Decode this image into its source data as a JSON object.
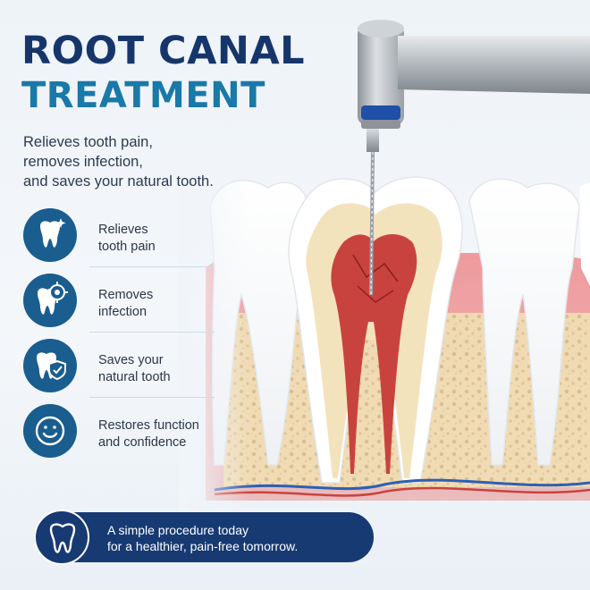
{
  "header": {
    "title_line1": "ROOT CANAL",
    "title_line2": "TREATMENT",
    "subtitle_lines": [
      "Relieves tooth pain,",
      "removes infection,",
      "and saves your natural tooth."
    ]
  },
  "benefits": [
    {
      "icon": "tooth-sparkle-icon",
      "lines": [
        "Relieves",
        "tooth pain"
      ]
    },
    {
      "icon": "tooth-target-icon",
      "lines": [
        "Removes",
        "infection"
      ]
    },
    {
      "icon": "tooth-shield-icon",
      "lines": [
        "Saves your",
        "natural tooth"
      ]
    },
    {
      "icon": "smile-icon",
      "lines": [
        "Restores function",
        "and confidence"
      ]
    }
  ],
  "footer": {
    "icon": "tooth-outline-icon",
    "lines": [
      "A simple procedure today",
      "for a healthier, pain-free tomorrow."
    ]
  },
  "colors": {
    "navy": "#16366b",
    "teal": "#1979a8",
    "icon_circle": "#1a5d8f",
    "banner": "#173a73",
    "gum": "#e6878b",
    "bone": "#f1dfb8",
    "enamel": "#ffffff"
  }
}
